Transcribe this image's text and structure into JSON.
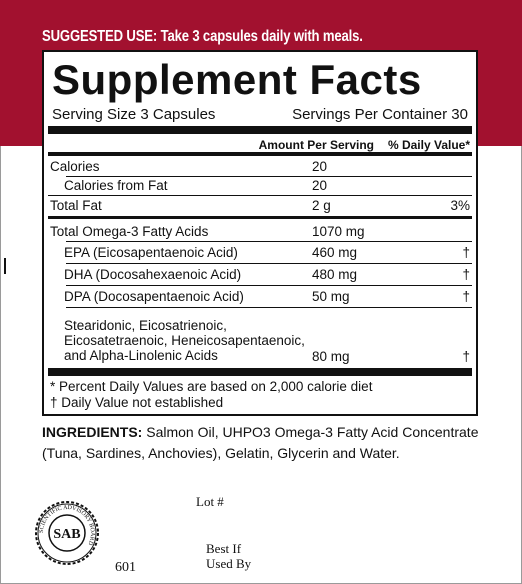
{
  "suggested_use": {
    "label": "SUGGESTED USE:",
    "text": "Take 3 capsules daily with meals."
  },
  "facts": {
    "title": "Supplement Facts",
    "serving_size": "Serving Size 3 Capsules",
    "servings_per_container": "Servings Per Container 30",
    "header_amount": "Amount Per Serving",
    "header_dv": "% Daily Value*",
    "rows": [
      {
        "name": "Calories",
        "amount": "20",
        "dv": ""
      },
      {
        "name": "Calories from Fat",
        "amount": "20",
        "dv": ""
      },
      {
        "name": "Total Fat",
        "amount": "2 g",
        "dv": "3%"
      },
      {
        "name": "Total Omega-3 Fatty Acids",
        "amount": "1070 mg",
        "dv": ""
      },
      {
        "name": "EPA (Eicosapentaenoic Acid)",
        "amount": "460 mg",
        "dv": "†"
      },
      {
        "name": "DHA (Docosahexaenoic Acid)",
        "amount": "480 mg",
        "dv": "†"
      },
      {
        "name": "DPA (Docosapentaenoic Acid)",
        "amount": "50 mg",
        "dv": "†"
      }
    ],
    "other_acids": {
      "line1": "Stearidonic, Eicosatrienoic,",
      "line2": "Eicosatetraenoic, Heneicosapentaenoic,",
      "line3": "and Alpha-Linolenic Acids",
      "amount": "80 mg",
      "dv": "†"
    },
    "footnote1": "* Percent Daily Values are based on 2,000 calorie diet",
    "footnote2": "† Daily Value not established"
  },
  "ingredients": {
    "label": "INGREDIENTS:",
    "text": "Salmon Oil, UHPO3 Omega-3 Fatty Acid Concentrate (Tuna, Sardines, Anchovies), Gelatin, Glycerin and Water."
  },
  "seal": {
    "center_text": "SAB",
    "ring_text": "SCIENTIFIC ADVISORY BOARD"
  },
  "product_code": "601",
  "lot_label": "Lot #",
  "best_if_line1": "Best If",
  "best_if_line2": "Used By",
  "colors": {
    "band": "#a2112f",
    "ink": "#111111"
  }
}
